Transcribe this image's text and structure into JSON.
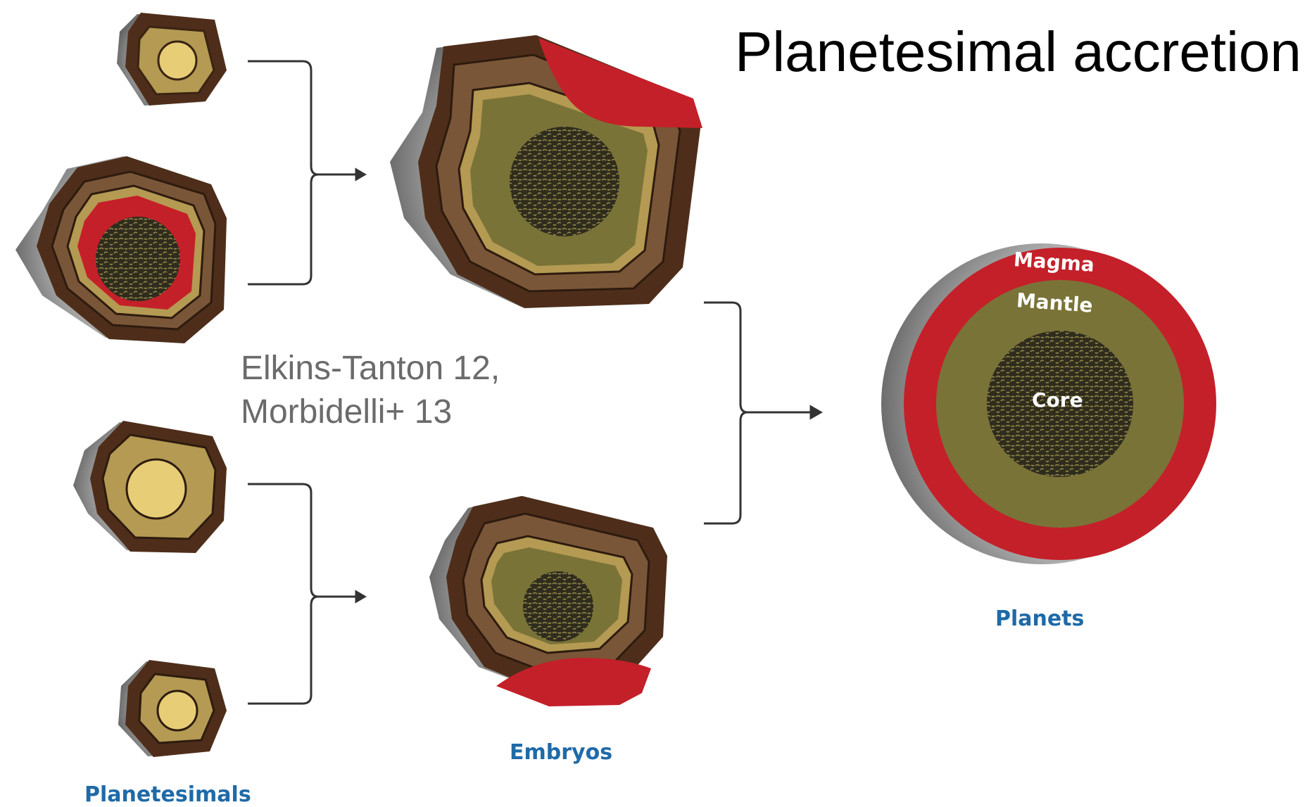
{
  "title": "Planetesimal accretion",
  "citation": {
    "line1": "Elkins-Tanton 12,",
    "line2": "Morbidelli+ 13"
  },
  "stages": {
    "planetesimals": "Planetesimals",
    "embryos": "Embryos",
    "planets": "Planets"
  },
  "layers": {
    "magma": "Magma",
    "mantle": "Mantle",
    "core": "Core"
  },
  "colors": {
    "magma": "#c42029",
    "mantle": "#7a7338",
    "crust_dark": "#4e2e1a",
    "crust_mid": "#7a5638",
    "undiff_outer": "#b49a52",
    "undiff_inner": "#e7cd76",
    "core": "#2f2c1e",
    "caption": "#1f6aa8",
    "citation": "#6b6b6b"
  }
}
